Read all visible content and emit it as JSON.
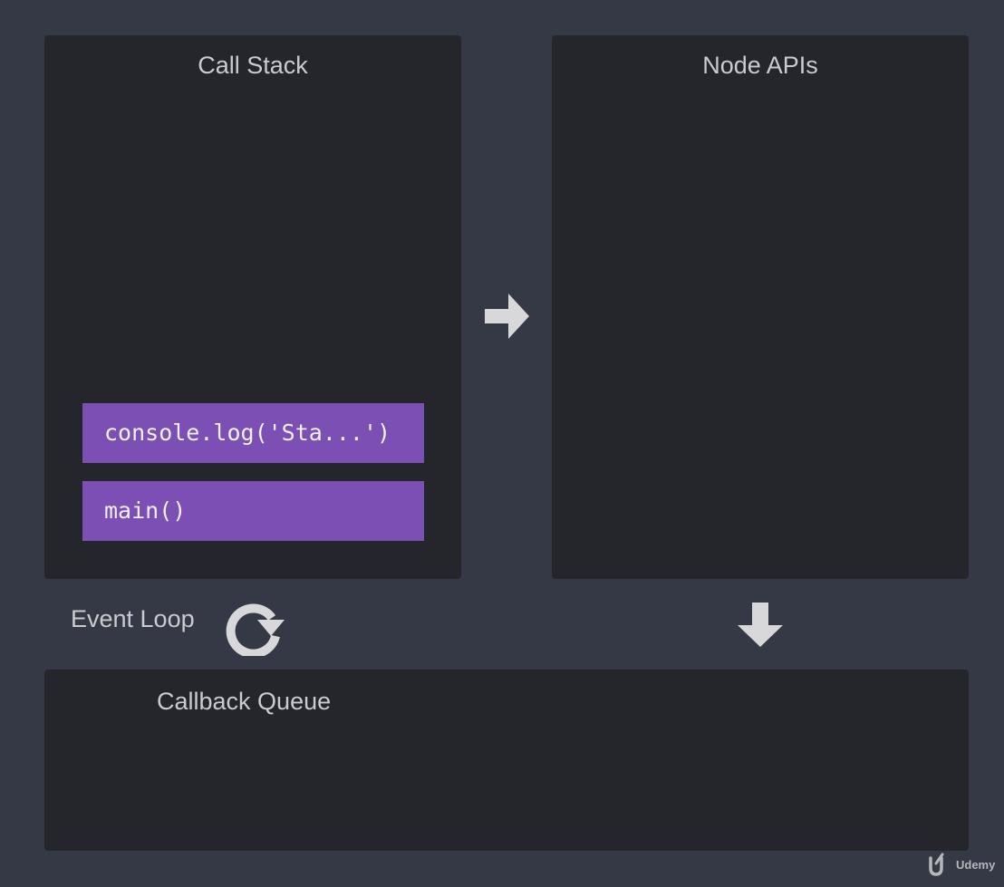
{
  "call_stack": {
    "title": "Call Stack",
    "frames": [
      "console.log('Sta...')",
      "main()"
    ]
  },
  "node_apis": {
    "title": "Node APIs"
  },
  "event_loop": {
    "label": "Event Loop",
    "icon": "refresh-icon"
  },
  "callback_queue": {
    "title": "Callback Queue"
  },
  "arrows": {
    "stack_to_apis": "right-arrow-icon",
    "apis_to_queue": "down-arrow-icon"
  },
  "brand": {
    "text": "Udemy",
    "icon": "udemy-logo-icon"
  },
  "colors": {
    "background": "#353845",
    "panel": "#25262b",
    "frame": "#7b4fb3",
    "text": "#c9cbd0",
    "arrow": "#d8d8da"
  }
}
